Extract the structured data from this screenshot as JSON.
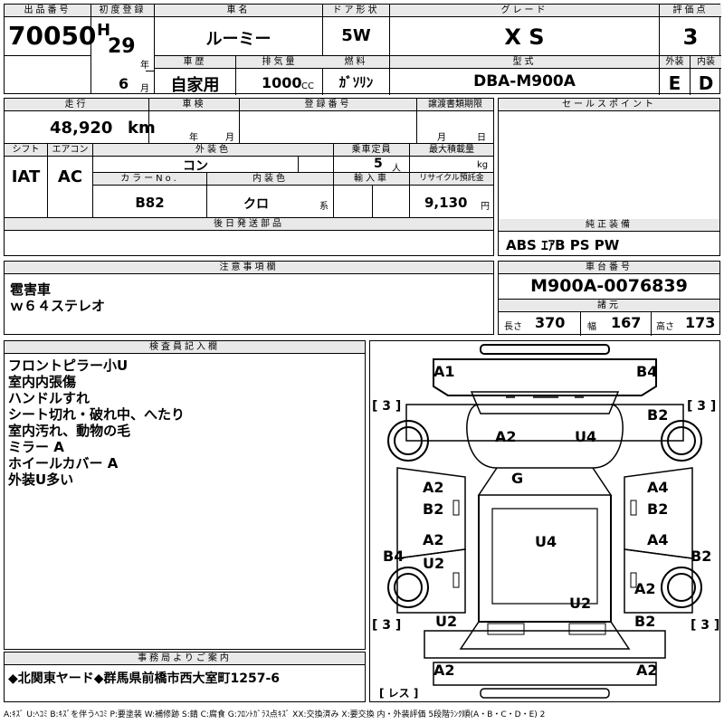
{
  "header": {
    "lot_label": "出品番号",
    "lot": "70050",
    "first_reg_label": "初度登録",
    "era": "H",
    "year": "29",
    "year_unit": "年",
    "month": "6",
    "month_unit": "月",
    "car_name_label": "車名",
    "car_name": "ルーミー",
    "door_label": "ドア形状",
    "door": "5W",
    "grade_label": "グレード",
    "grade": "X S",
    "score_label": "評価点",
    "score": "3",
    "history_label": "車歴",
    "history": "自家用",
    "displacement_label": "排気量",
    "displacement": "1000",
    "cc": "CC",
    "fuel_label": "燃料",
    "fuel": "ｶﾞｿﾘﾝ",
    "model_label": "型式",
    "model": "DBA-M900A",
    "ext_label": "外装",
    "ext_grade": "E",
    "int_label": "内装",
    "int_grade": "D"
  },
  "row2": {
    "mileage_label": "走行",
    "mileage": "48,920",
    "km": "km",
    "inspection_label": "車検",
    "year_unit": "年",
    "month_unit": "月",
    "reg_no_label": "登録番号",
    "transfer_label": "譲渡書類期限",
    "transfer_month": "月",
    "transfer_day": "日",
    "shift_label": "シフト",
    "shift": "IAT",
    "ac_label": "エアコン",
    "ac": "AC",
    "ext_color_label": "外装色",
    "ext_color": "コン",
    "capacity_label": "乗車定員",
    "capacity": "5",
    "capacity_unit": "人",
    "load_label": "最大積載量",
    "load_unit": "kg",
    "color_no_label": "カラーNo.",
    "color_no": "B82",
    "int_color_label": "内装色",
    "int_color": "クロ",
    "int_color_suffix": "系",
    "import_label": "輸入車",
    "recycle_label": "リサイクル預託金",
    "recycle": "9,130",
    "recycle_unit": "円",
    "later_label": "後日発送部品"
  },
  "sales": {
    "label": "セールスポイント"
  },
  "equipment": {
    "label": "純正装備",
    "value": "ABS ｴｱB PS PW"
  },
  "caution": {
    "label": "注意事項欄",
    "lines": [
      "雹害車",
      "ｗ６４ステレオ"
    ]
  },
  "chassis": {
    "label": "車台番号",
    "value": "M900A-0076839"
  },
  "dims": {
    "label": "諸元",
    "length_label": "長さ",
    "length": "370",
    "width_label": "幅",
    "width": "167",
    "height_label": "高さ",
    "height": "173"
  },
  "inspector": {
    "label": "検査員記入欄",
    "lines": [
      "フロントピラー小U",
      "室内内張傷",
      "ハンドルすれ",
      "シート切れ・破れ中、へたり",
      "室内汚れ、動物の毛",
      "ミラー A",
      "ホイールカバー A",
      "外装U多い"
    ]
  },
  "office": {
    "label": "事務局よりご案内",
    "text": "◆北関東ヤード◆群馬県前橋市西大室町1257-6"
  },
  "diagram": {
    "tire_fl": "[ 3 ]",
    "tire_fr": "[ 3 ]",
    "tire_rl": "[ 3 ]",
    "tire_rr": "[ 3 ]",
    "spare": "[ レス ]",
    "marks": [
      "A1",
      "B4",
      "B2",
      "A2",
      "U4",
      "G",
      "A2",
      "B2",
      "A4",
      "B2",
      "A2",
      "U2",
      "U4",
      "A4",
      "B4",
      "B2",
      "A2",
      "U2",
      "U2",
      "B2",
      "A2",
      "A2"
    ]
  },
  "legend": "A:ｷｽﾞ U:ﾍｺﾐ B:ｷｽﾞを伴うﾍｺﾐ P:要塗装 W:補修跡 S:錆 C:腐食 G:ﾌﾛﾝﾄｶﾞﾗｽ点ｷｽﾞ XX:交換済み X:要交換  内・外装評価 5段階ﾗﾝｸ順(A・B・C・D・E) 2"
}
